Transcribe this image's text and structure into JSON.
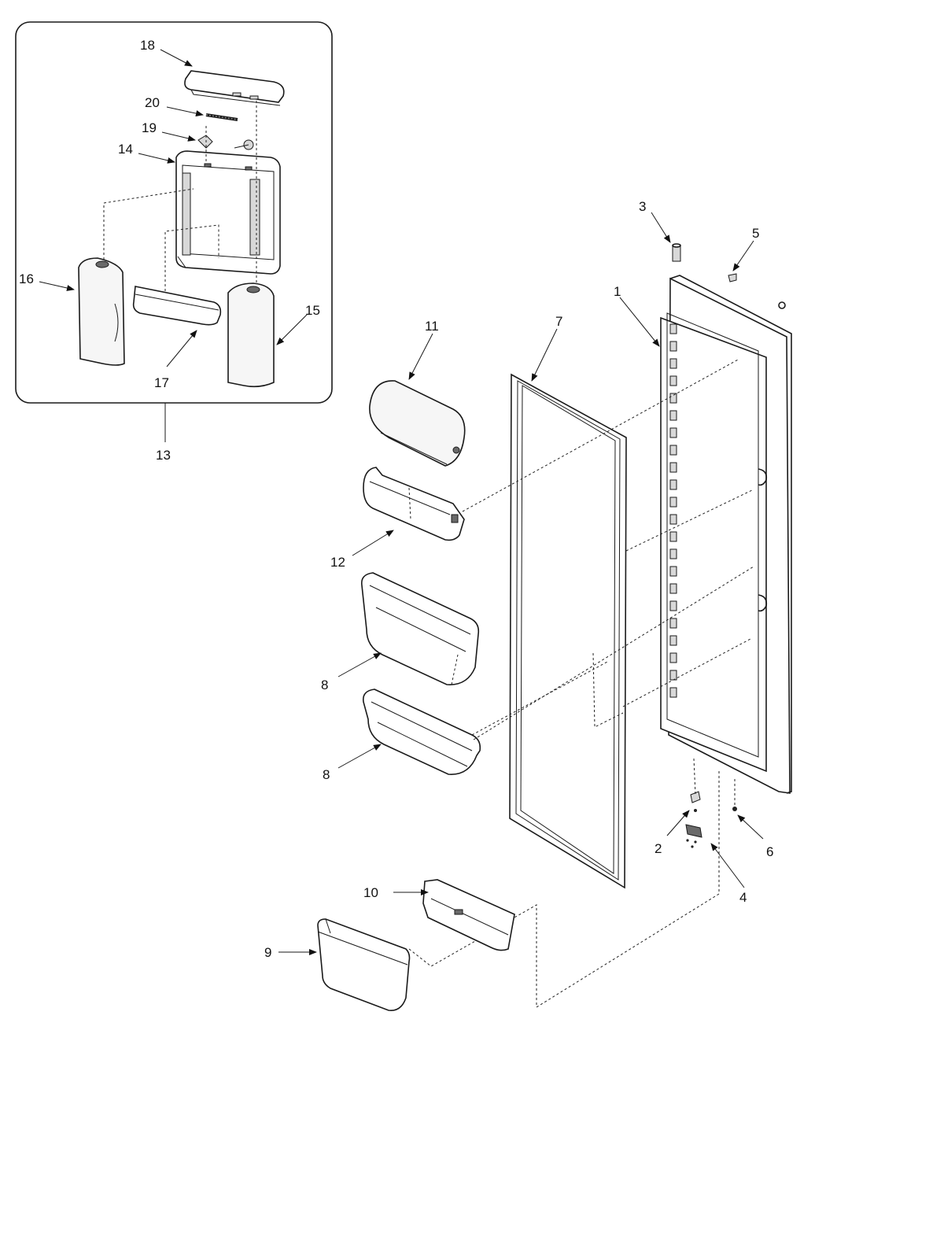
{
  "diagram": {
    "callouts": {
      "c1": "1",
      "c2": "2",
      "c3": "3",
      "c4": "4",
      "c5": "5",
      "c6": "6",
      "c7": "7",
      "c8a": "8",
      "c8b": "8",
      "c9": "9",
      "c10": "10",
      "c11": "11",
      "c12": "12",
      "c13": "13",
      "c14": "14",
      "c15": "15",
      "c16": "16",
      "c17": "17",
      "c18": "18",
      "c19": "19",
      "c20": "20"
    }
  }
}
